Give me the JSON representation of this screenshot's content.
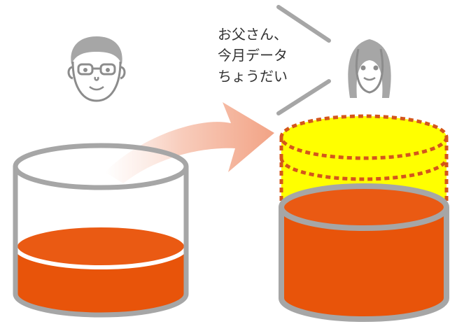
{
  "speech_bubble": {
    "lines": [
      "お父さん、",
      "今月データ",
      "ちょうだい"
    ]
  },
  "figures": {
    "father": {
      "icon": "man-with-glasses-face-icon"
    },
    "daughter": {
      "icon": "girl-face-icon"
    }
  },
  "containers": {
    "left": {
      "level": 0.55,
      "description_icon": "glass-container-icon"
    },
    "right": {
      "level": 0.85,
      "extra_capacity_icon": "dotted-extension-icon"
    }
  },
  "colors": {
    "liquid": "#e8540a",
    "liquid_top": "#ea5a13",
    "outline": "#a6a6a6",
    "arrow": "#f2a385",
    "highlight": "#ffff00",
    "dotted": "#d4561b",
    "face_outline": "#8c8c8c",
    "hair": "#a6a6a6"
  }
}
